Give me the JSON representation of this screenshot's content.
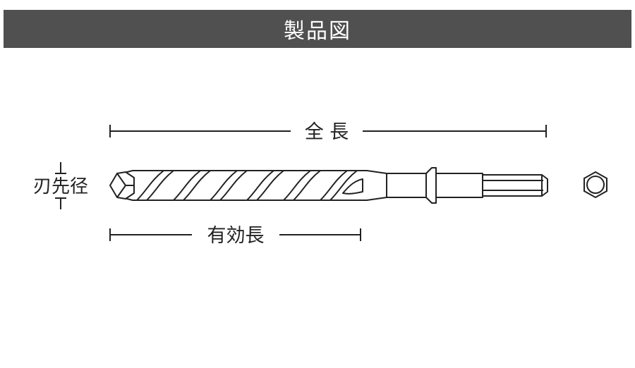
{
  "header": {
    "title": "製品図"
  },
  "labels": {
    "total_length": "全 長",
    "effective_length": "有効長",
    "tip_diameter": "刃先径"
  },
  "colors": {
    "header_bg": "#505050",
    "header_text": "#ffffff",
    "line": "#222222"
  },
  "icons": {
    "drill_bit": "drill-bit-icon",
    "hex_shank": "hex-shank-icon"
  }
}
